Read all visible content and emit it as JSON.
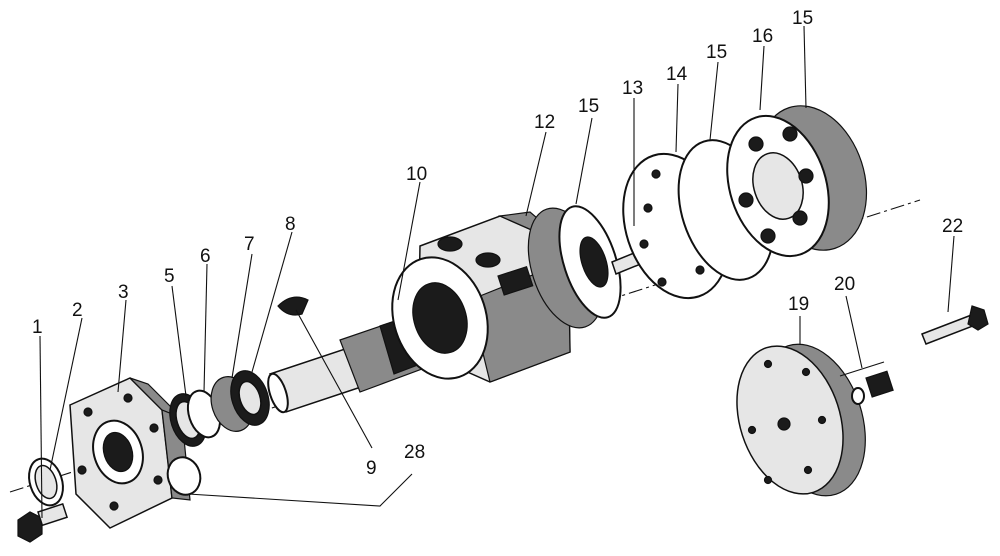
{
  "callouts": [
    "1",
    "2",
    "3",
    "5",
    "6",
    "7",
    "8",
    "9",
    "10",
    "12",
    "13",
    "14",
    "15",
    "16",
    "19",
    "20",
    "22",
    "28"
  ]
}
